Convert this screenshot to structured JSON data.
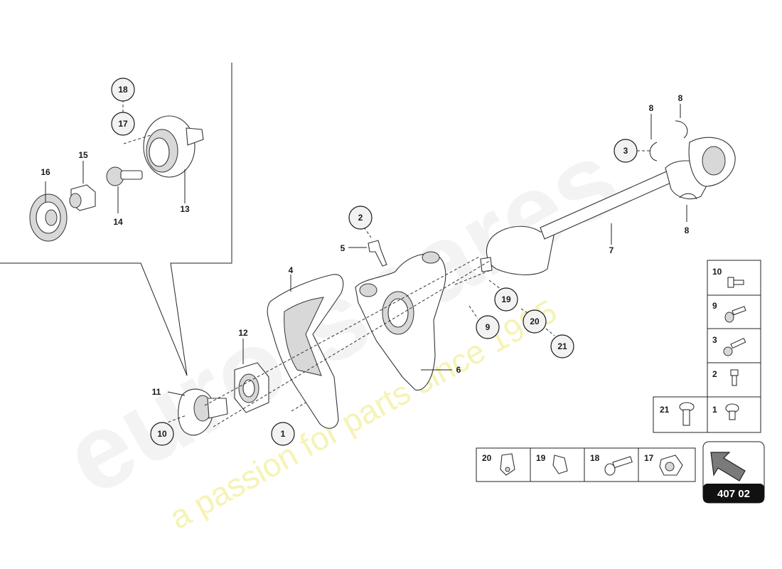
{
  "watermark": {
    "brand": "euro-spares",
    "tagline": "a passion for parts since 1985"
  },
  "diagram_code": "407 02",
  "callouts": {
    "c1": "1",
    "c2": "2",
    "c3": "3",
    "c4": "4",
    "c5": "5",
    "c6": "6",
    "c7": "7",
    "c8a": "8",
    "c8b": "8",
    "c8c": "8",
    "c9": "9",
    "c10": "10",
    "c11": "11",
    "c12": "12",
    "c13": "13",
    "c14": "14",
    "c15": "15",
    "c16": "16",
    "c17": "17",
    "c18": "18",
    "c19": "19",
    "c20": "20",
    "c21": "21"
  },
  "legend_right": [
    "10",
    "9",
    "3",
    "2",
    "1",
    "21"
  ],
  "legend_bottom": [
    "20",
    "19",
    "18",
    "17"
  ]
}
